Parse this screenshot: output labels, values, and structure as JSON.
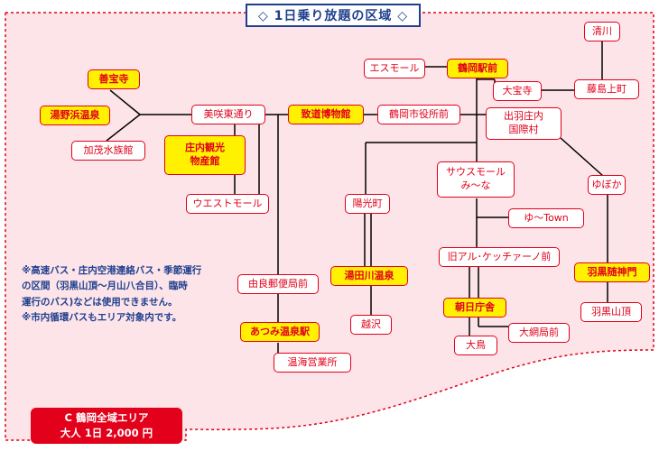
{
  "title": "◇ 1日乗り放題の区域 ◇",
  "colors": {
    "area_fill": "#fde4e8",
    "area_border": "#e2001a",
    "route": "#000000",
    "stop_border": "#e2001a",
    "highlight": "#fff100",
    "title_border": "#1f3f8f",
    "note_text": "#1f3f8f",
    "fare_bg": "#e2001a"
  },
  "stops": {
    "zenpoji": "善宝寺",
    "yunohama": "湯野浜温泉",
    "kamo": "加茂水族館",
    "misakihigashi": "美咲東通り",
    "shonai_kanko_1": "庄内観光",
    "shonai_kanko_2": "物産館",
    "west_mall": "ウエストモール",
    "chido": "致道博物館",
    "shiyakusho": "鶴岡市役所前",
    "esmall": "エスモール",
    "tsuruoka_st": "鶴岡駅前",
    "seikawa": "清川",
    "daihoji": "大宝寺",
    "tokojimakami": "藤島上町",
    "dewa_1": "出羽庄内",
    "dewa_2": "国際村",
    "s_mall_1": "サウスモール",
    "s_mall_2": "み～な",
    "yu_town": "ゆ～Town",
    "yubokaku": "ゆぼか",
    "yokocho": "陽光町",
    "old_alche": "旧アル･ケッチァーノ前",
    "yuragobin": "由良郵便局前",
    "yutagawa": "湯田川温泉",
    "haguro_zuishinmon": "羽黒随神門",
    "asahi": "朝日庁舎",
    "haguro_sancho": "羽黒山頂",
    "atsumi": "あつみ温泉駅",
    "yuzawa": "越沢",
    "oami": "大網局前",
    "otori": "大鳥",
    "onkai": "温海営業所"
  },
  "notes": [
    "※高速バス・庄内空港連絡バス・季節運行",
    "の区間（羽黒山頂～月山八合目）、臨時",
    "運行のバス)などは使用できません。",
    "※市内循環バスもエリア対象内です。"
  ],
  "fare": {
    "area": "C 鶴岡全域エリア",
    "price": "大人 1日 2,000 円"
  }
}
